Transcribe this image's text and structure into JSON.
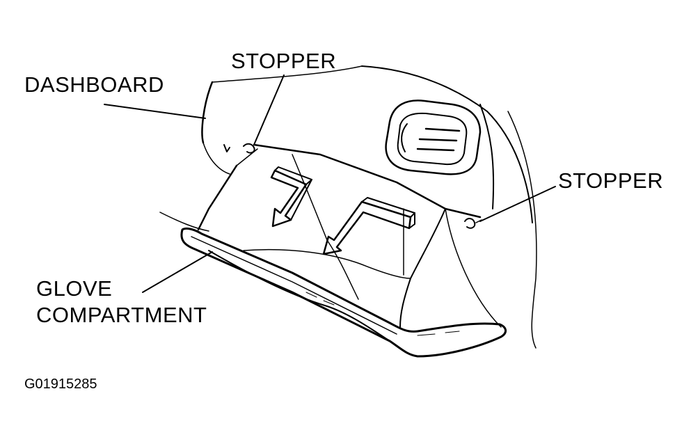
{
  "labels": {
    "dashboard": "DASHBOARD",
    "stopper_top": "STOPPER",
    "stopper_right": "STOPPER",
    "glove_line1": "GLOVE",
    "glove_line2": "COMPARTMENT"
  },
  "figure_id": "G01915285",
  "colors": {
    "ink": "#000000",
    "background": "#ffffff"
  }
}
